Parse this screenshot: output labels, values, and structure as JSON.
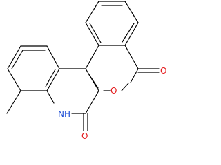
{
  "molecule": {
    "atoms": {
      "ring_oxygen": {
        "symbol": "O",
        "color": "#e41a1c"
      },
      "upper_carbonyl_oxygen": {
        "symbol": "O",
        "color": "#e41a1c"
      },
      "lower_carbonyl_oxygen": {
        "symbol": "O",
        "color": "#e41a1c"
      },
      "ring_nitrogen": {
        "symbol": "NH",
        "color": "#1f4fd6"
      }
    },
    "bond_color": "#000000",
    "substituents": [
      "methyl"
    ]
  }
}
